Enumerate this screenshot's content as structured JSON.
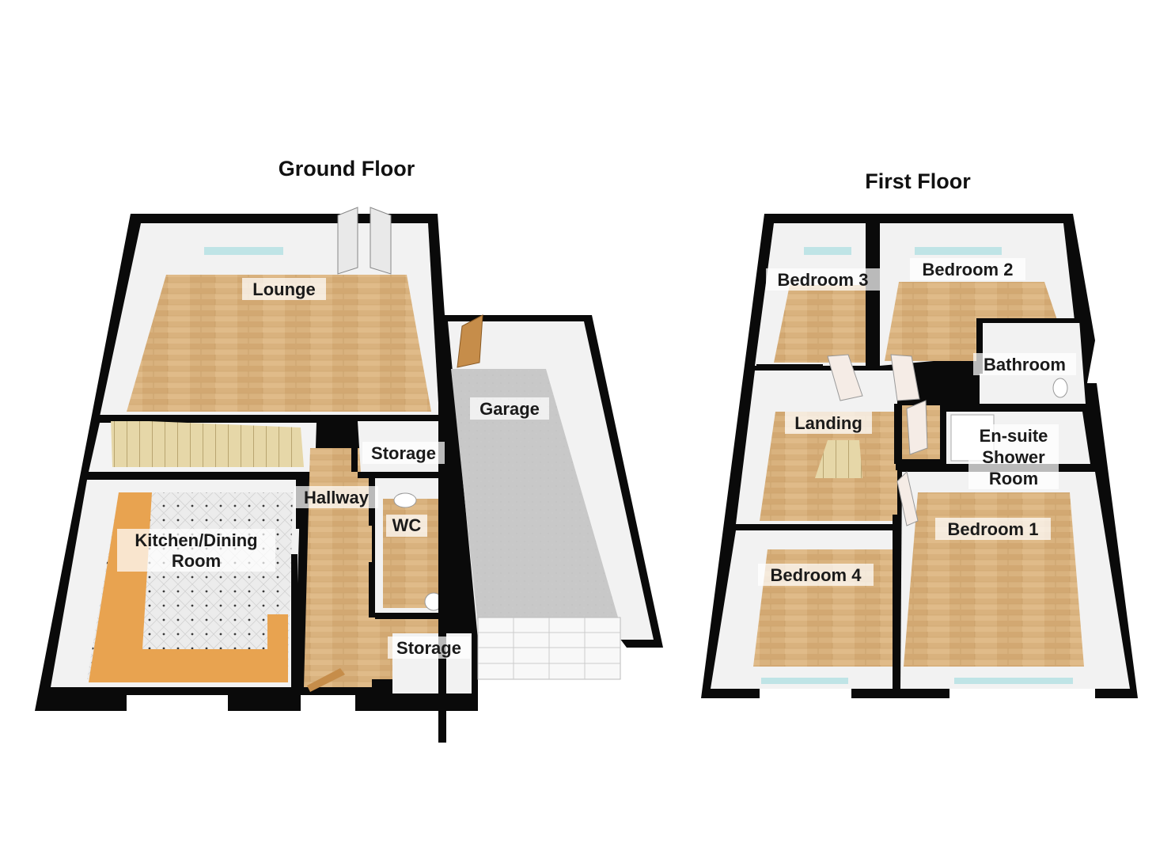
{
  "floors": [
    {
      "title": "Ground Floor",
      "rooms": {
        "lounge": "Lounge",
        "garage": "Garage",
        "storage_upper": "Storage",
        "hallway": "Hallway",
        "wc": "WC",
        "kitchen_line1": "Kitchen/Dining",
        "kitchen_line2": "Room",
        "storage_lower": "Storage"
      }
    },
    {
      "title": "First Floor",
      "rooms": {
        "bedroom3": "Bedroom 3",
        "bedroom2": "Bedroom 2",
        "bathroom": "Bathroom",
        "landing": "Landing",
        "ensuite_line1": "En-suite",
        "ensuite_line2": "Shower",
        "ensuite_line3": "Room",
        "bedroom1": "Bedroom 1",
        "bedroom4": "Bedroom 4"
      }
    }
  ],
  "colors": {
    "wall": "#0a0a0a",
    "wood_floor": "#d9b27e",
    "garage_floor": "#c9c9c9",
    "tile_floor": "#e9e9e9",
    "worktop": "#e8a350",
    "wall_inner": "#f4f4f4",
    "window": "#bfe4e6"
  }
}
